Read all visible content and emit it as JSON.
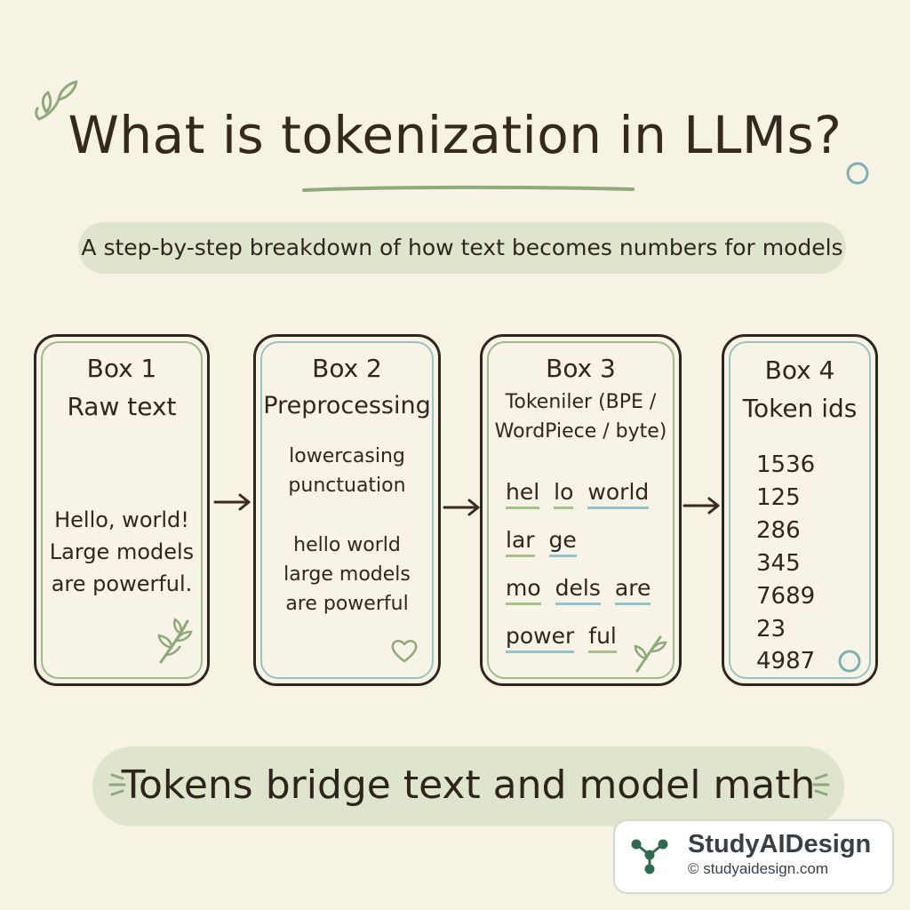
{
  "title": "What is tokenization in LLMs?",
  "subtitle": "A step-by-step breakdown of how text becomes numbers for models",
  "colors": {
    "background": "#f6f2e4",
    "pill": "#dfe4cd",
    "green_accent": "#9fb98a",
    "blue_accent": "#9cc1c4",
    "ink": "#2f261f"
  },
  "boxes": [
    {
      "label": "Box 1",
      "heading": "Raw text",
      "lines": [
        "Hello, world!",
        "Large models",
        "are powerful."
      ]
    },
    {
      "label": "Box 2",
      "heading": "Preprocessing",
      "steps": [
        "lowercasing",
        "punctuation"
      ],
      "lines": [
        "hello world",
        "large models",
        "are powerful"
      ]
    },
    {
      "label": "Box 3",
      "heading_line1": "Tokeniler (BPE /",
      "heading_line2": "WordPiece / byte)",
      "token_rows": [
        [
          "hel",
          "lo",
          "world"
        ],
        [
          "lar",
          "ge"
        ],
        [
          "mo",
          "dels",
          "are"
        ],
        [
          "power",
          "ful"
        ]
      ]
    },
    {
      "label": "Box 4",
      "heading": "Token ids",
      "ids": [
        "1536",
        "125",
        "286",
        "345",
        "7689",
        "23",
        "4987"
      ]
    }
  ],
  "banner": "Tokens bridge text and model math",
  "logo": {
    "name": "StudyAIDesign",
    "url": "© studyaidesign.com"
  },
  "icons": [
    "leaf-sprig-icon",
    "heart-icon",
    "circle-icon",
    "network-logo-icon",
    "arrow-right-icon"
  ]
}
